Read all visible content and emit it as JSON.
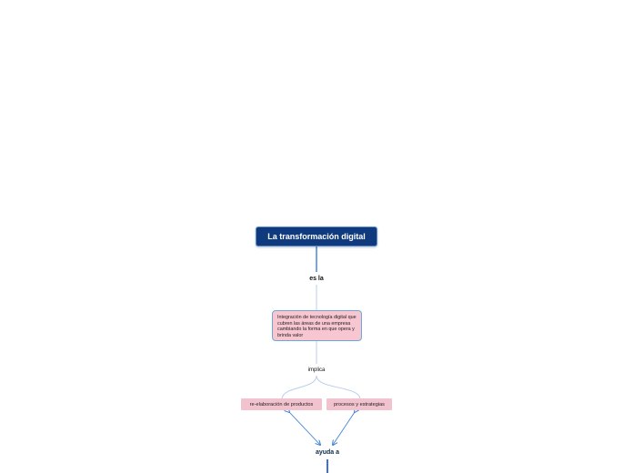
{
  "map": {
    "root_title": "La transformación digital",
    "link_es": "es la",
    "concept_text": "Integración de tecnología digital que cubren las áreas de una empresa cambiando la forma en que opera y brinda valor",
    "link_implica": "implica",
    "leaf_1": "re-elaboración de productos",
    "leaf_2": "procesos y estrategias",
    "link_ayuda": "ayuda a"
  },
  "colors": {
    "root_fill": "#0f3a7e",
    "concept_fill": "#f7c6d0",
    "leaf_fill": "#f2c3cf",
    "connector": "#3a7fd6",
    "thin_connector": "#b9cdea"
  }
}
